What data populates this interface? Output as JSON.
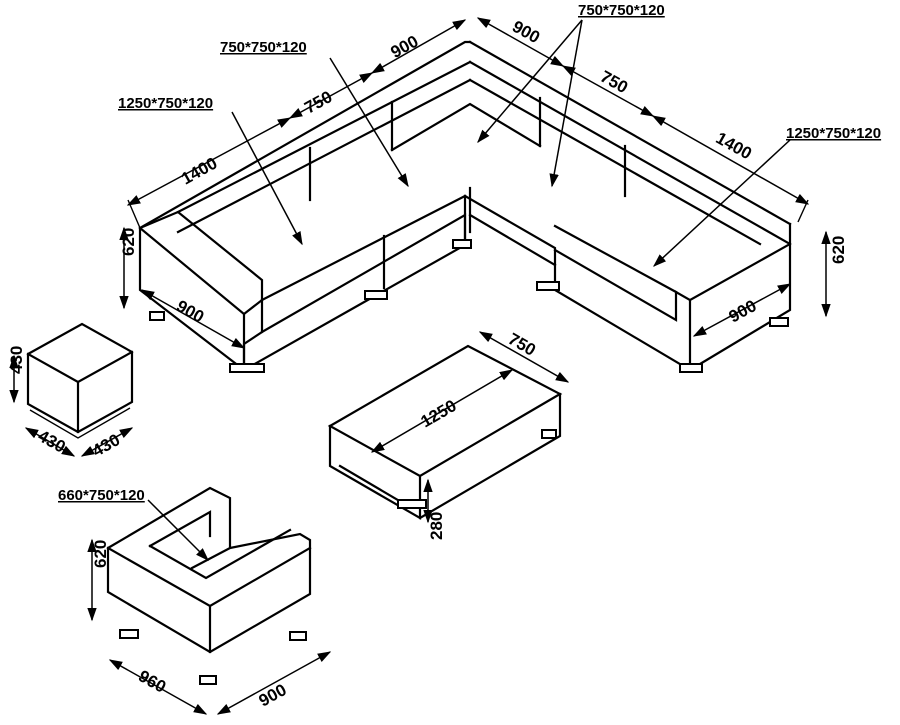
{
  "sectional": {
    "corner_seat_label": "750*750*120",
    "left_middle_seat_label": "750*750*120",
    "left_end_seat_label": "1250*750*120",
    "right_end_seat_label": "1250*750*120",
    "dim_left_length": "1400",
    "dim_left_middle": "750",
    "dim_left_corner": "900",
    "dim_right_corner": "900",
    "dim_right_middle": "750",
    "dim_right_length": "1400",
    "dim_left_height": "620",
    "dim_right_height": "620",
    "dim_left_depth": "900",
    "dim_right_depth": "900"
  },
  "ottoman": {
    "dim_height": "430",
    "dim_width": "430",
    "dim_depth": "430"
  },
  "coffee_table": {
    "dim_length": "1250",
    "dim_width": "750",
    "dim_height": "280"
  },
  "armchair": {
    "seat_label": "660*750*120",
    "dim_height": "620",
    "dim_width": "960",
    "dim_depth": "900"
  }
}
